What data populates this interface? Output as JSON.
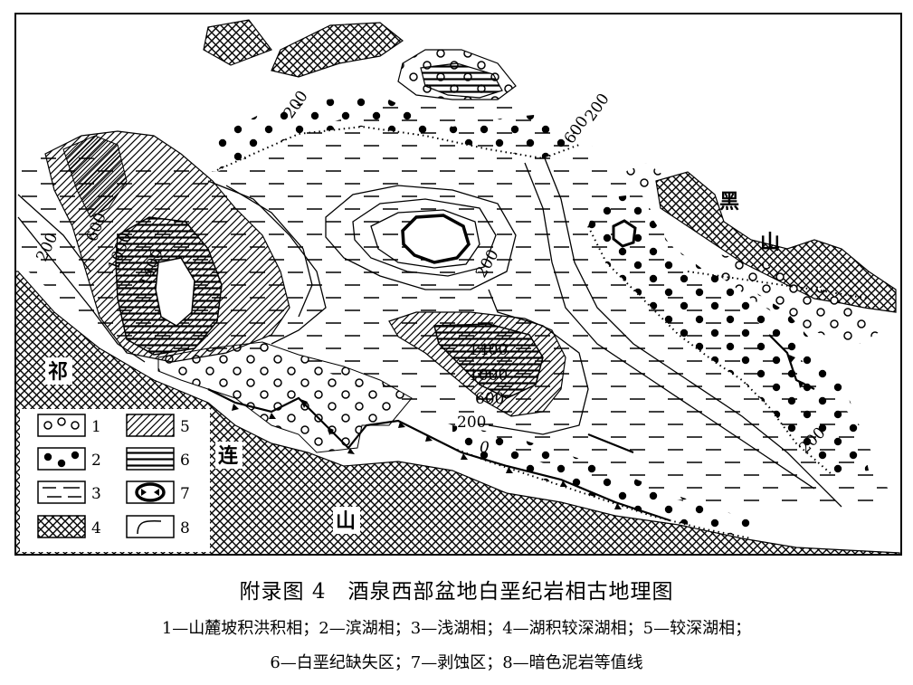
{
  "map": {
    "place_labels": {
      "qi": "祁",
      "lian": "连",
      "shan_bottom": "山",
      "hei": "黑",
      "shan_right": "山"
    },
    "contours": {
      "c200_top": "200",
      "c200_topright": "200",
      "c600_topright": "600",
      "c200_left": "200",
      "c600_left": "600",
      "c1000_left": "1000",
      "c1400_left": "1400",
      "c200_center": "200",
      "c1400_south": "1400",
      "c1000_south": "1000",
      "c600_south": "600",
      "c200_south": "200",
      "c0_south": "0",
      "c200_right": "200"
    }
  },
  "legend": [
    {
      "num": "1",
      "symbol": "open-circles"
    },
    {
      "num": "2",
      "symbol": "filled-dots"
    },
    {
      "num": "3",
      "symbol": "dashes"
    },
    {
      "num": "4",
      "symbol": "cross-hatch"
    },
    {
      "num": "5",
      "symbol": "diagonal-hatch"
    },
    {
      "num": "6",
      "symbol": "horizontal-lines"
    },
    {
      "num": "7",
      "symbol": "erosion"
    },
    {
      "num": "8",
      "symbol": "contour-line"
    }
  ],
  "caption": {
    "title": "附录图 4　酒泉西部盆地白垩纪岩相古地理图",
    "line1": "1—山麓坡积洪积相；2—滨湖相；3—浅湖相；4—湖积较深湖相；5—较深湖相；",
    "line2": "6—白垩纪缺失区；7—剥蚀区；8—暗色泥岩等值线"
  }
}
